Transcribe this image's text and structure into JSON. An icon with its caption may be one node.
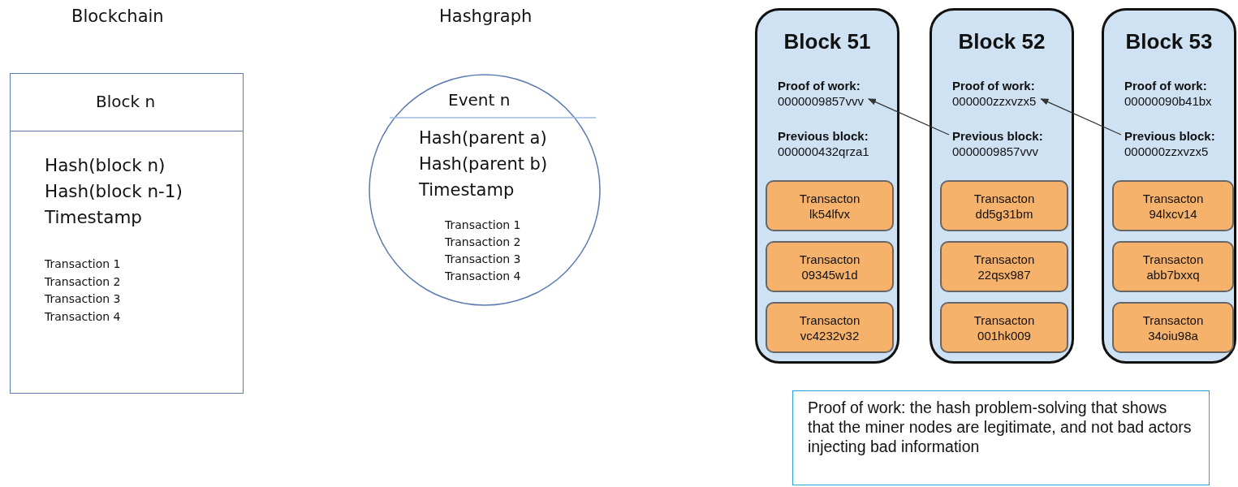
{
  "diagram": {
    "nodes": [
      {
        "text": [
          "Block n",
          "Hash(block n)",
          "Hash(block n-1)",
          "Timestamp",
          "Transaction 1",
          "Transaction 2",
          "Transaction 3",
          "Transaction 4"
        ]
      },
      {
        "text": [
          "Event n",
          "Hash(parent a)",
          "Hash(parent b)",
          "Timestamp",
          "Transaction 1",
          "Transaction 2",
          "Transaction 3",
          "Transaction 4"
        ]
      },
      {
        "text": [
          "Block 51"
        ]
      },
      {
        "text": [
          "Proof of work:",
          "0000009857vvv"
        ],
        "in": 2
      },
      {
        "text": [
          "Previous block:",
          "000000432qrza1"
        ],
        "in": 2
      },
      {
        "text": [
          "Transacton lk54lfvx"
        ],
        "in": 2
      },
      {
        "text": [
          "Transacton 09345w1d"
        ],
        "in": 2
      },
      {
        "text": [
          "Transacton vc4232v32"
        ],
        "in": 2
      },
      {
        "text": [
          "Block 52"
        ]
      },
      {
        "text": [
          "Proof of work:",
          "000000zzxvzx5"
        ],
        "in": 8
      },
      {
        "text": [
          "Previous block:",
          "0000009857vvv"
        ],
        "in": 8
      },
      {
        "text": [
          "Transacton dd5g31bm"
        ],
        "in": 8
      },
      {
        "text": [
          "Transacton 22qsx987"
        ],
        "in": 8
      },
      {
        "text": [
          "Transacton 001hk009"
        ],
        "in": 8
      },
      {
        "text": [
          "Block 53"
        ]
      },
      {
        "text": [
          "Proof of work:",
          "00000090b41bx"
        ],
        "in": 14
      },
      {
        "text": [
          "Previous block:",
          "000000zzxvzx5"
        ],
        "in": 14
      },
      {
        "text": [
          "Transacton 94lxcv14"
        ],
        "in": 14
      },
      {
        "text": [
          "Transacton abb7bxxq"
        ],
        "in": 14
      },
      {
        "text": [
          "Transacton 34oiu98a"
        ],
        "in": 14
      },
      {
        "text": [
          "Proof of work: the hash problem-solving that shows that the miner nodes are legitimate, and not bad actors injecting bad information"
        ]
      }
    ],
    "edges": [
      {
        "from": 10,
        "to": 3,
        "arrow": "to"
      },
      {
        "from": 16,
        "to": 9,
        "arrow": "to"
      }
    ],
    "labels": [
      "Blockchain",
      "Hashgraph"
    ]
  }
}
